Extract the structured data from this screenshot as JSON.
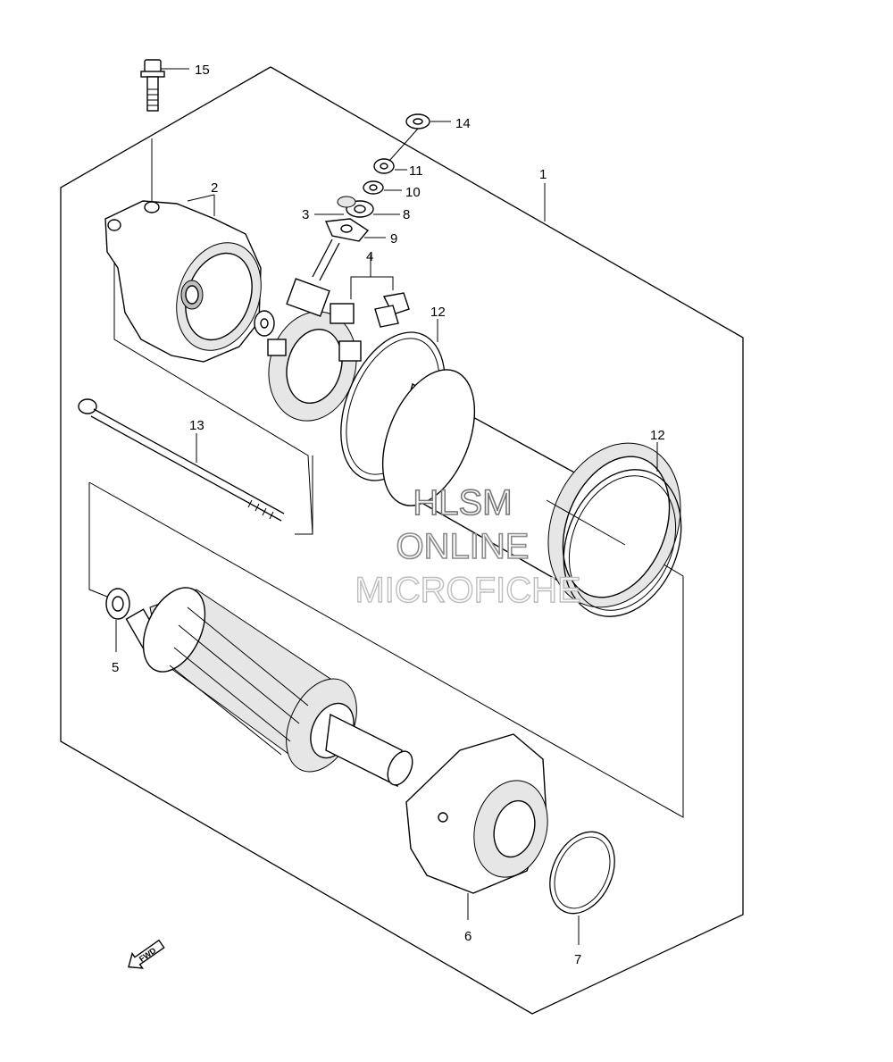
{
  "diagram": {
    "callouts": {
      "c1": "1",
      "c2": "2",
      "c3": "3",
      "c4": "4",
      "c5": "5",
      "c6": "6",
      "c7": "7",
      "c8": "8",
      "c9": "9",
      "c10": "10",
      "c11": "11",
      "c12a": "12",
      "c12b": "12",
      "c13": "13",
      "c14": "14",
      "c15": "15"
    },
    "fwd_label": "FWD"
  },
  "watermark": {
    "line1": "HLSM",
    "line2": "ONLINE",
    "line3": "MICROFICHE"
  },
  "colors": {
    "ink": "#000000",
    "watermark": "#b3b3b3",
    "background": "#ffffff"
  }
}
